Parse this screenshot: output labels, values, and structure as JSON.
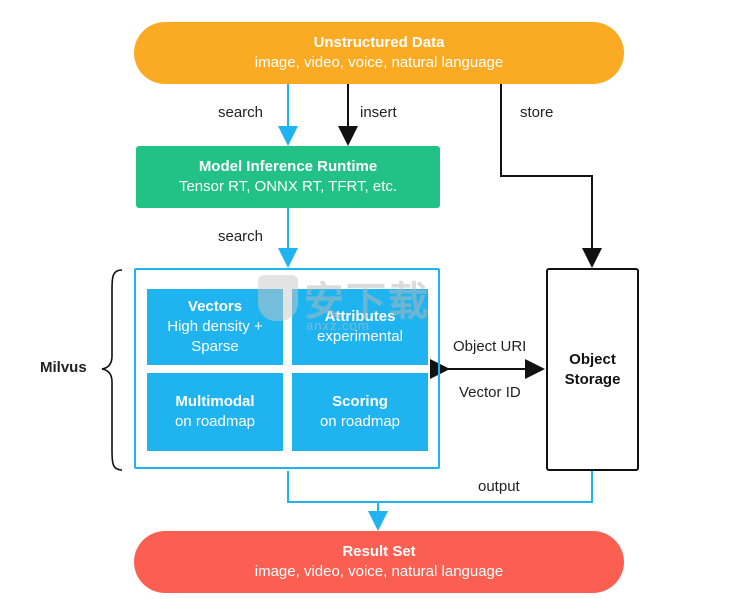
{
  "top": {
    "title": "Unstructured Data",
    "subtitle": "image, video, voice, natural language",
    "color": "#fbab23"
  },
  "runtime": {
    "title": "Model Inference Runtime",
    "subtitle": "Tensor RT, ONNX RT, TFRT, etc.",
    "color": "#22c185"
  },
  "milvus": {
    "label": "Milvus",
    "cells": [
      {
        "title": "Vectors",
        "lines": [
          "High density +",
          "Sparse"
        ]
      },
      {
        "title": "Attributes",
        "lines": [
          "experimental"
        ]
      },
      {
        "title": "Multimodal",
        "lines": [
          "on roadmap"
        ]
      },
      {
        "title": "Scoring",
        "lines": [
          "on roadmap"
        ]
      }
    ],
    "cell_color": "#1fb4ef"
  },
  "storage": {
    "line1": "Object",
    "line2": "Storage"
  },
  "result": {
    "title": "Result Set",
    "subtitle": "image, video, voice, natural language",
    "color": "#fb5f52"
  },
  "edges": {
    "search1": "search",
    "insert": "insert",
    "store": "store",
    "search2": "search",
    "object_uri": "Object URI",
    "vector_id": "Vector ID",
    "output": "output"
  },
  "watermark": {
    "text": "安下载",
    "sub": "anxz.com"
  }
}
